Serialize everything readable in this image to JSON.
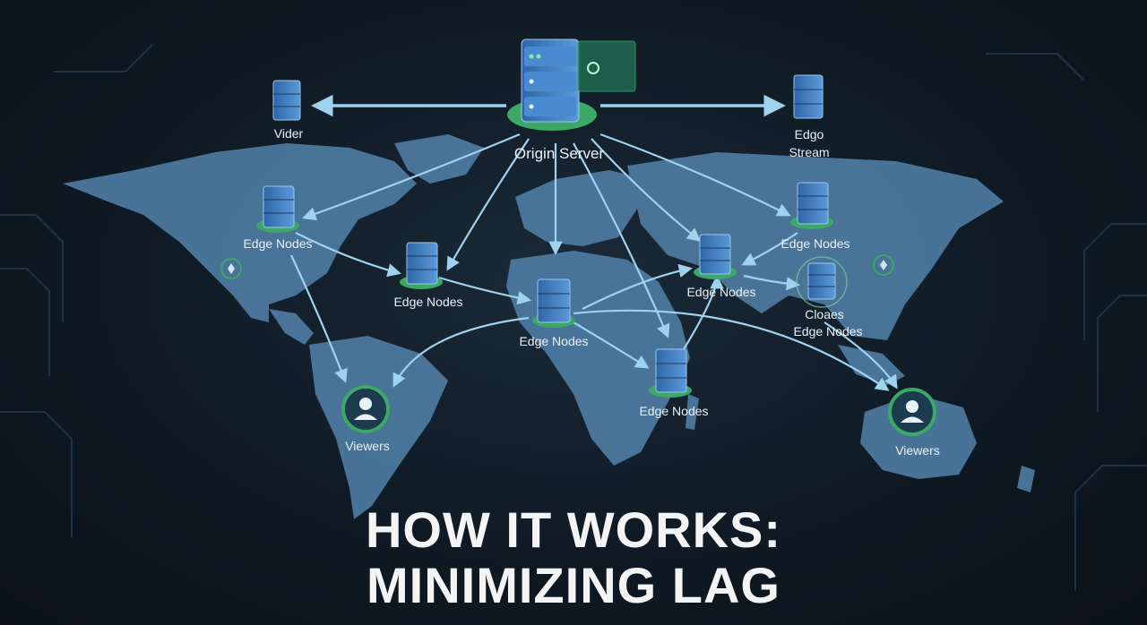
{
  "labels": {
    "origin": "Origin Server",
    "video": "Vider",
    "edge_stream_line1": "Edgo",
    "edge_stream_line2": "Stream",
    "edge_nodes": "Edge Nodes",
    "closer_line1": "Cloaes",
    "closer_line2": "Edge Nodes",
    "viewers": "Viewers"
  },
  "title": {
    "line1": "HOW IT WORKS:",
    "line2": "MINIMIZING LAG"
  },
  "colors": {
    "background": "#0f1a24",
    "continent": "#4f7da4",
    "arrow": "#9fd2ee",
    "server_accent": "#4bd07a",
    "server_body": "#3f7ec4"
  }
}
